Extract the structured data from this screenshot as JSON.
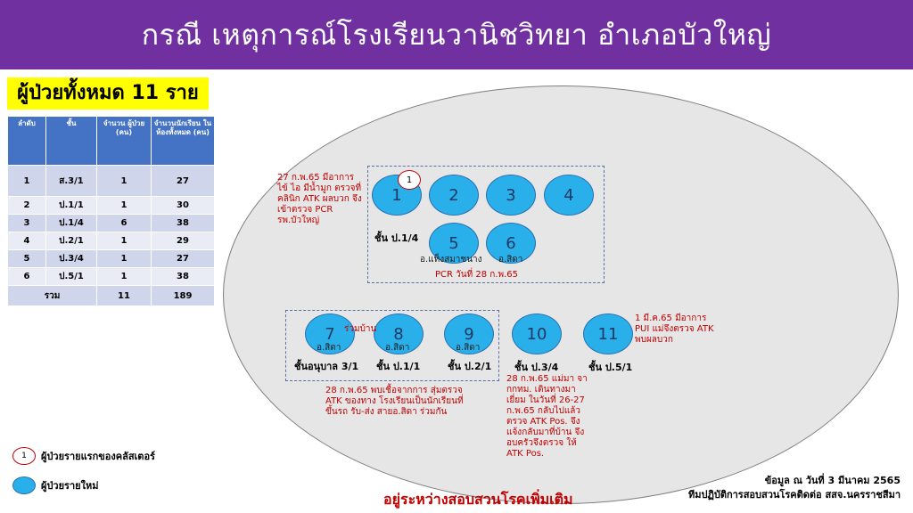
{
  "header": {
    "title": "กรณี เหตุการณ์โรงเรียนวานิชวิทยา อำเภอบัวใหญ่"
  },
  "total_label": "ผู้ป่วยทั้งหมด 11 ราย",
  "table": {
    "headers": [
      "ลำดับ",
      "ชั้น",
      "จำนวน ผู้ป่วย (คน)",
      "จำนวนนักเรียน ในห้องทั้งหมด (คน)"
    ],
    "rows": [
      [
        "1",
        "ส.3/1",
        "1",
        "27"
      ],
      [
        "2",
        "ป.1/1",
        "1",
        "30"
      ],
      [
        "3",
        "ป.1/4",
        "6",
        "38"
      ],
      [
        "4",
        "ป.2/1",
        "1",
        "29"
      ],
      [
        "5",
        "ป.3/4",
        "1",
        "27"
      ],
      [
        "6",
        "ป.5/1",
        "1",
        "38"
      ]
    ],
    "total": [
      "รวม",
      "11",
      "189"
    ]
  },
  "nodes": {
    "n1": "1",
    "n2": "2",
    "n3": "3",
    "n4": "4",
    "n5": "5",
    "n6": "6",
    "n7": "7",
    "n8": "8",
    "n9": "9",
    "n10": "10",
    "n11": "11",
    "badge": "1"
  },
  "labels": {
    "class_p14": "ชั้น ป.1/4",
    "teacher5": "อ.แท็งสมาชนาง",
    "teacher6": "อ.สิดา",
    "pcr_date": "PCR วันที่ 28 ก.พ.65",
    "home": "ร่วมบ้าน",
    "teacher7": "อ.สิดา",
    "teacher8": "อ.สิดา",
    "teacher9": "อ.สิดา",
    "class_k31": "ชั้นอนุบาล 3/1",
    "class_p11": "ชั้น ป.1/1",
    "class_p21": "ชั้น ป.2/1",
    "class_p34": "ชั้น ป.3/4",
    "class_p51": "ชั้น ป.5/1"
  },
  "notes": {
    "index_case": "27 ก.พ.65 มีอาการ ไข้ ไอ มีน้ำมูก ตรวจที่ คลินิก ATK ผลบวก จึงเข้าตรวจ PCR รพ.บัวใหญ่",
    "case11": "1 มี.ค.65 มีอาการ PUI แม่จึงตรวจ ATK พบผลบวก",
    "screening": "28 ก.พ.65 พบเชื้อจากการ สุ่มตรวจ ATK ของทาง โรงเรียนเป็นนักเรียนที่ขึ้นรถ รับ-ส่ง สายอ.สิดา ร่วมกัน",
    "case10": "28 ก.พ.65 แม่มา จากกทม. เดินทางมา เยี่ยม ในวันที่ 26-27 ก.พ.65 กลับไปแล้ว ตรวจ ATK Pos. จึง แจ้งกลับมาที่บ้าน จึงอบครัวจึงตรวจ ให้ ATK Pos."
  },
  "footer": {
    "investigating": "อยู่ระหว่างสอบสวนโรคเพิ่มเติม",
    "legend_first": "ผู้ป่วยรายแรกของคลัสเตอร์",
    "legend_new": "ผู้ป่วยรายใหม่",
    "legend_badge": "1",
    "source_line1": "ข้อมูล ณ วันที่ 3 มีนาคม 2565",
    "source_line2": "ทีมปฏิบัติการสอบสวนโรคติดต่อ สสจ.นครราชสีมา"
  },
  "colors": {
    "header_bg": "#7030a0",
    "table_header": "#4472c4",
    "node": "#29b0ea",
    "note_red": "#c00000",
    "highlight": "#ffff00"
  }
}
